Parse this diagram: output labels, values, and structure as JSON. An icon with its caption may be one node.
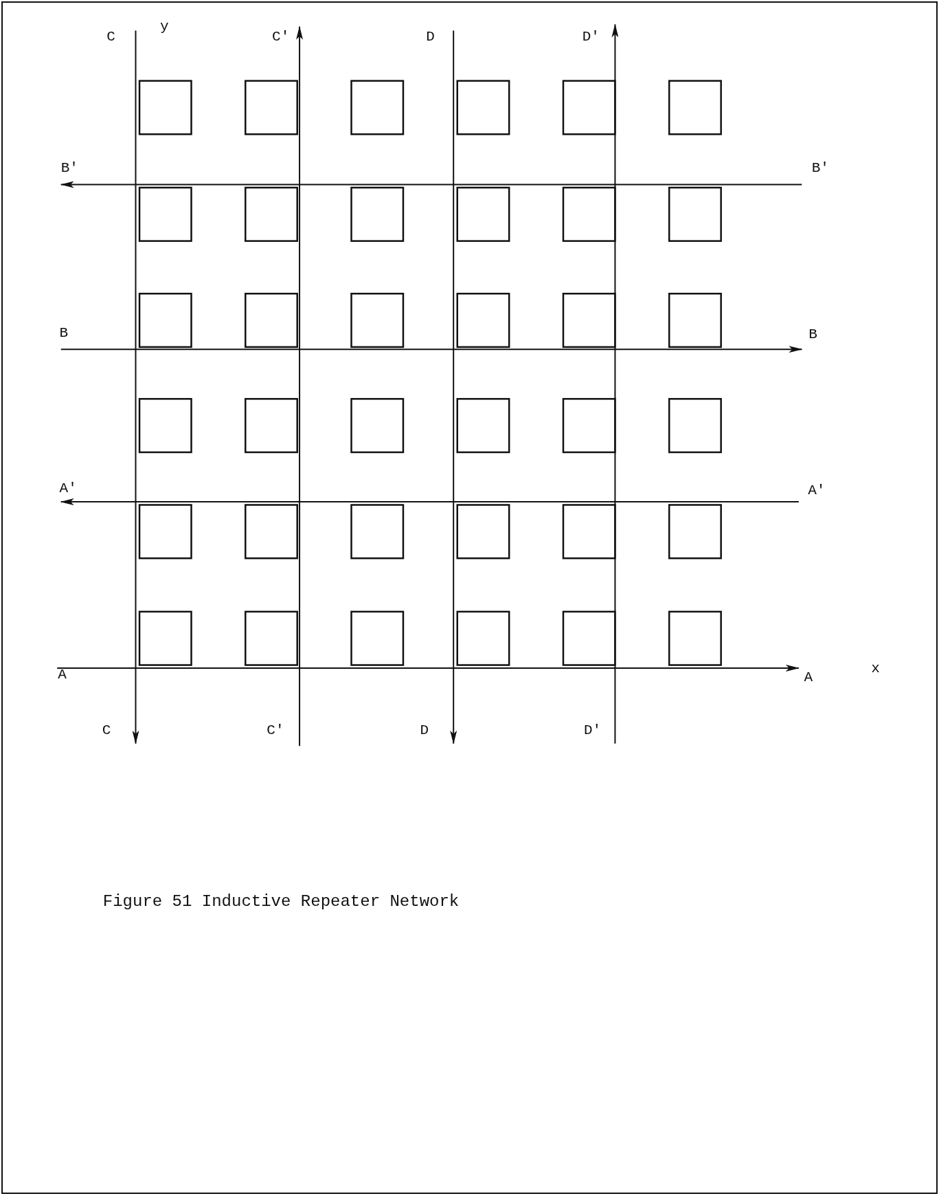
{
  "diagram": {
    "caption": "Figure 51 Inductive Repeater Network",
    "nodes": [
      {
        "text": [
          "C"
        ]
      },
      {
        "text": [
          "C'"
        ]
      },
      {
        "text": [
          "D"
        ]
      },
      {
        "text": [
          "D'"
        ]
      },
      {
        "text": [
          "B'"
        ]
      },
      {
        "text": [
          "B'"
        ]
      },
      {
        "text": [
          "B"
        ]
      },
      {
        "text": [
          "B"
        ]
      },
      {
        "text": [
          "A'"
        ]
      },
      {
        "text": [
          "A'"
        ]
      },
      {
        "text": [
          "A"
        ]
      },
      {
        "text": [
          "A"
        ]
      },
      {
        "text": [
          "C"
        ]
      },
      {
        "text": [
          "C'"
        ]
      },
      {
        "text": [
          "D"
        ]
      },
      {
        "text": [
          "D'"
        ]
      }
    ],
    "edges": [
      {
        "from": 0,
        "to": 12,
        "arrow": "to"
      },
      {
        "from": 13,
        "to": 1,
        "arrow": "to"
      },
      {
        "from": 2,
        "to": 14,
        "arrow": "to"
      },
      {
        "from": 15,
        "to": 3,
        "arrow": "to"
      },
      {
        "from": 5,
        "to": 4,
        "arrow": "to"
      },
      {
        "from": 6,
        "to": 7,
        "arrow": "to"
      },
      {
        "from": 9,
        "to": 8,
        "arrow": "to"
      },
      {
        "from": 10,
        "to": 11,
        "arrow": "to"
      }
    ],
    "labels": [
      "y",
      "x"
    ]
  }
}
